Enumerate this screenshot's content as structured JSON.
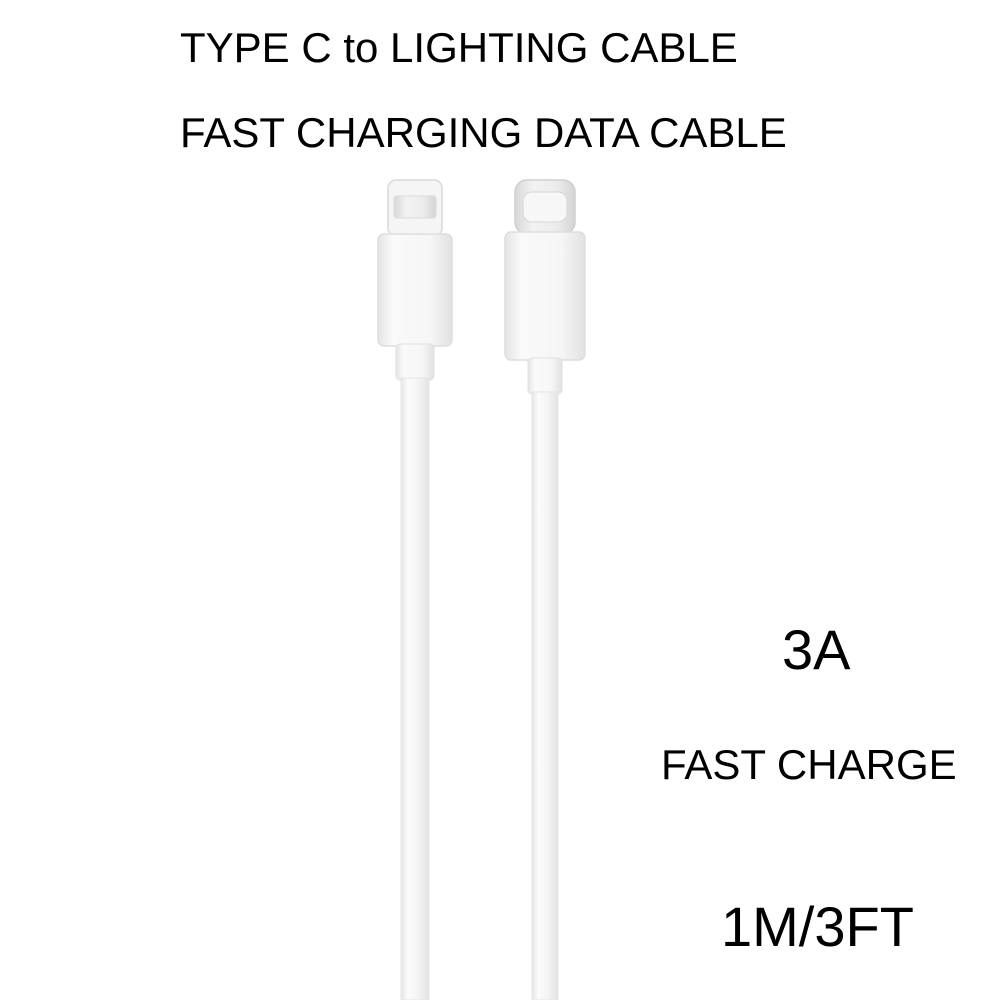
{
  "headline": {
    "title_line1": "TYPE C to LIGHTING CABLE",
    "title_line2": "FAST CHARGING DATA CABLE",
    "current_rating": "3A",
    "charge_label": "FAST CHARGE",
    "length": "1M/3FT"
  },
  "product": {
    "connectors": [
      "lightning-connector-icon",
      "usb-c-connector-icon"
    ],
    "cable_color": "#f4f4f4",
    "shadow_color": "#e2e2e2",
    "text_color": "#000000",
    "background_color": "#ffffff"
  }
}
